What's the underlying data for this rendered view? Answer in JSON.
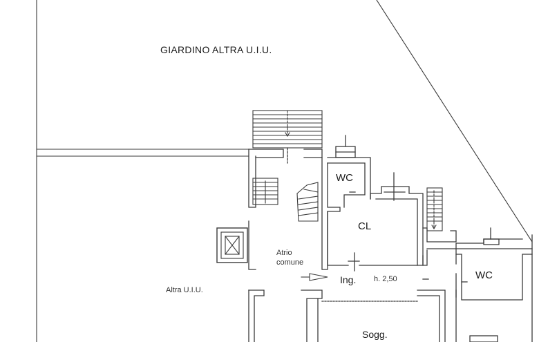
{
  "labels": {
    "garden": "GIARDINO ALTRA U.I.U.",
    "wc_upper": "WC",
    "closet": "CL",
    "atrium_line1": "Atrio",
    "atrium_line2": "comune",
    "entrance": "Ing.",
    "height": "h. 2,50",
    "wc_lower": "WC",
    "other_unit": "Altra U.I.U.",
    "living": "Sogg."
  },
  "colors": {
    "line": "#3a3a3a",
    "wall": "#4a4a4a",
    "background": "#ffffff"
  }
}
